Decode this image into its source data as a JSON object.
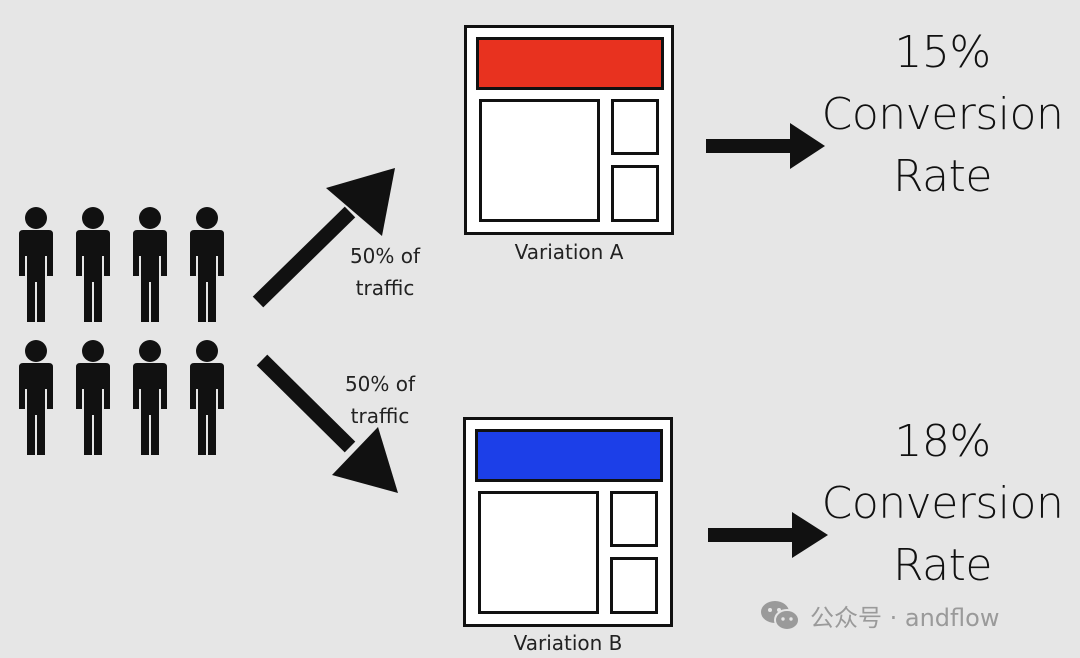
{
  "colors": {
    "background": "#e6e6e6",
    "variation_a_header": "#e8321f",
    "variation_b_header": "#1c3fe8",
    "ink": "#111111"
  },
  "traffic_split": {
    "top_label": [
      "50% of",
      "traffic"
    ],
    "bottom_label": [
      "50% of",
      "traffic"
    ]
  },
  "variations": [
    {
      "label": "Variation A",
      "result_percent": "15%",
      "result_line1": "Conversion",
      "result_line2": "Rate"
    },
    {
      "label": "Variation B",
      "result_percent": "18%",
      "result_line1": "Conversion",
      "result_line2": "Rate"
    }
  ],
  "watermark": {
    "text": "公众号 · andflow",
    "icon": "wechat-icon"
  },
  "icons": {
    "people": "person-icon",
    "arrows": "arrow-icon"
  }
}
